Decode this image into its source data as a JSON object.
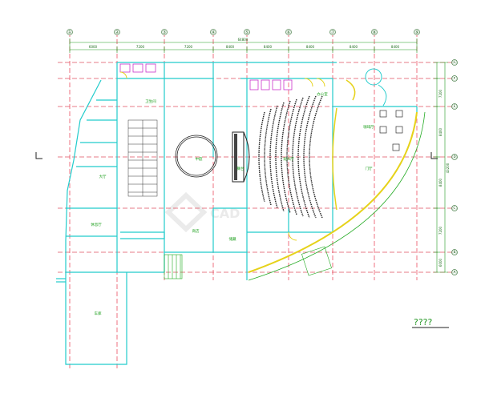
{
  "drawing": {
    "title": "????",
    "watermark": "CAD",
    "section_marker_left": "L",
    "section_marker_right": "L"
  },
  "axes": {
    "top": [
      "①",
      "②",
      "③",
      "④",
      "⑤",
      "⑥",
      "⑦",
      "⑧",
      "⑨"
    ],
    "right": [
      "Ⓐ",
      "Ⓑ",
      "Ⓒ",
      "Ⓓ",
      "Ⓔ",
      "Ⓕ",
      "Ⓖ"
    ]
  },
  "dimensions": {
    "top_row": [
      "6000",
      "7200",
      "7200",
      "8400",
      "8400",
      "8400",
      "8400",
      "8400"
    ],
    "top_total": "64800",
    "right_col": [
      "7200",
      "8400",
      "8400",
      "7200",
      "6000"
    ],
    "right_total": "43200"
  },
  "rooms": {
    "auditorium": "观众厅",
    "lobby": "门厅",
    "rotunda": "中庭",
    "stage": "舞台",
    "office": "办公室",
    "restroom": "卫生间",
    "cafe": "咖啡厅",
    "shop": "商店",
    "storage": "储藏",
    "hall": "大厅",
    "garage": "车库",
    "lounge": "休息厅"
  },
  "colors": {
    "grid": "#e8354a",
    "grid_h": "#e05060",
    "dim_line": "#1e9a1e",
    "wall": "#22cccc",
    "seat": "#222222",
    "curve": "#e6d21a",
    "accent": "#cc33cc",
    "green": "#22aa22"
  }
}
